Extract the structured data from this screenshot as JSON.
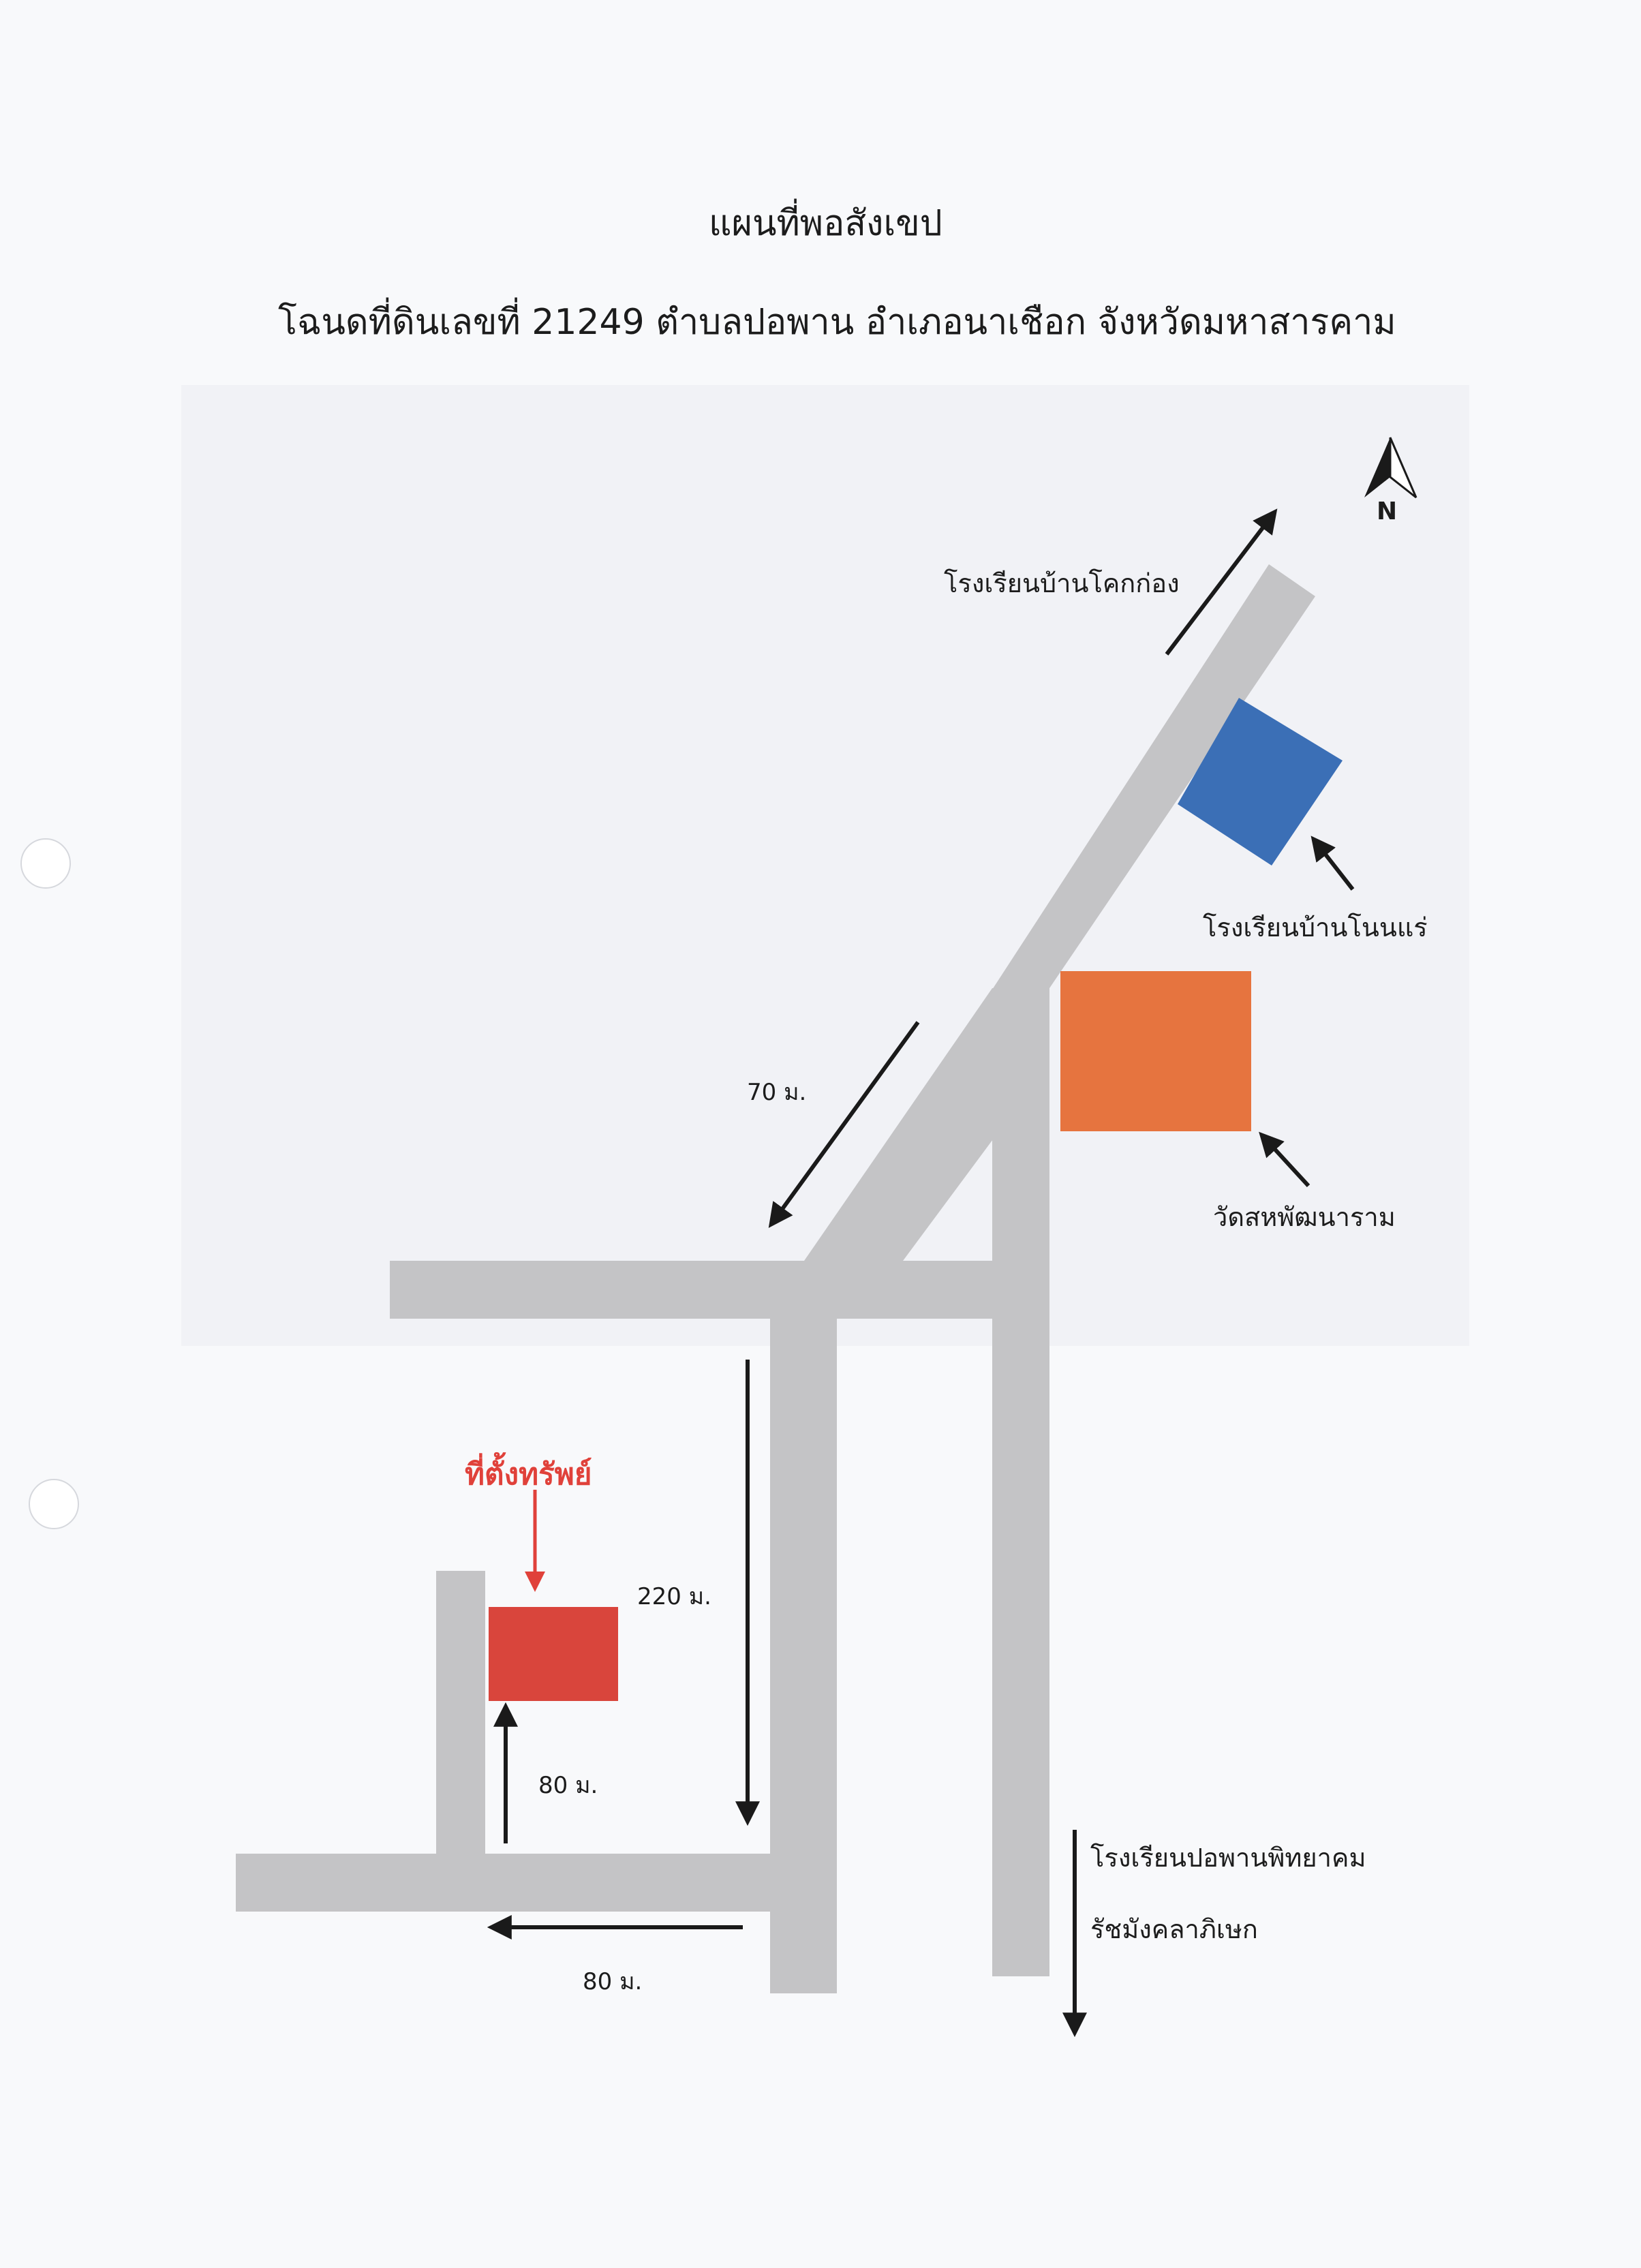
{
  "title": "แผนที่พอสังเขป",
  "subtitle": "โฉนดที่ดินเลขที่ 21249 ตำบลปอพาน อำเภอนาเชือก จังหวัดมหาสารคาม",
  "north_label": "N",
  "landmarks": {
    "school_khok": "โรงเรียนบ้านโคกก่อง",
    "school_non": "โรงเรียนบ้านโนนแร่",
    "temple": "วัดสหพัฒนาราม",
    "school_popan_line1": "โรงเรียนปอพานพิทยาคม",
    "school_popan_line2": "รัชมังคลาภิเษก"
  },
  "property_label": "ที่ตั้งทรัพย์",
  "distances": {
    "d70": "70 ม.",
    "d220": "220 ม.",
    "d80_up": "80 ม.",
    "d80_left": "80 ม."
  },
  "colors": {
    "road": "#c4c4c6",
    "school_non_block": "#3b6fb6",
    "temple_block": "#e6743f",
    "property_block": "#d9453c",
    "property_text": "#e0413a",
    "arrow": "#1a1a1a",
    "map_panel": "#f1f2f6"
  },
  "icons": [
    "north-arrow-icon",
    "direction-arrow-icon"
  ]
}
